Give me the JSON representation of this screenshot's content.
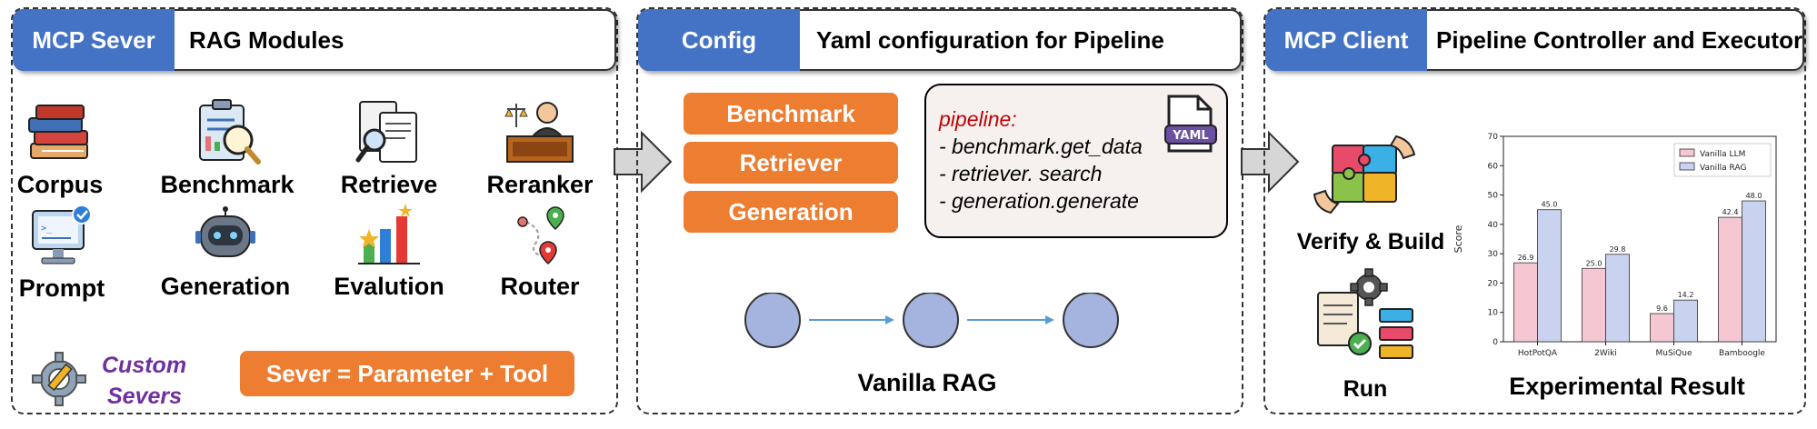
{
  "left_panel": {
    "tag": "MCP Sever",
    "title": "RAG Modules",
    "modules": [
      {
        "label": "Corpus",
        "icon": "books-icon"
      },
      {
        "label": "Benchmark",
        "icon": "clipboard-magnifier-icon"
      },
      {
        "label": "Retrieve",
        "icon": "document-search-icon"
      },
      {
        "label": "Reranker",
        "icon": "judge-icon"
      },
      {
        "label": "Prompt",
        "icon": "monitor-check-icon"
      },
      {
        "label": "Generation",
        "icon": "robot-icon"
      },
      {
        "label": "Evalution",
        "icon": "bar-chart-icon"
      },
      {
        "label": "Router",
        "icon": "route-pins-icon"
      }
    ],
    "custom_line1": "Custom",
    "custom_line2": "Severs",
    "formula": "Sever = Parameter + Tool"
  },
  "middle_panel": {
    "tag": "Config",
    "title": "Yaml configuration for Pipeline",
    "buttons": [
      "Benchmark",
      "Retriever",
      "Generation"
    ],
    "yaml": {
      "key": "pipeline:",
      "lines": [
        "- benchmark.get_data",
        "- retriever. search",
        "- generation.generate"
      ],
      "badge": "YAML"
    },
    "pipeline_label": "Vanilla RAG"
  },
  "right_panel": {
    "tag": "MCP Client",
    "title": "Pipeline Controller and Executor",
    "verify_label": "Verify & Build",
    "run_label": "Run",
    "chart_caption": "Experimental Result"
  },
  "colors": {
    "tag_blue": "#4472c4",
    "orange": "#ed7d31",
    "node_fill": "#a4b4de",
    "llm_bar": "#f4c7d3",
    "rag_bar": "#c9d3ef",
    "custom_purple": "#7030a0",
    "yaml_red": "#c00000"
  },
  "chart_data": {
    "type": "bar",
    "categories": [
      "HotPotQA",
      "2Wiki",
      "MuSiQue",
      "Bamboogle"
    ],
    "series": [
      {
        "name": "Vanilla LLM",
        "values": [
          26.9,
          25.0,
          9.6,
          42.4
        ]
      },
      {
        "name": "Vanilla RAG",
        "values": [
          45.0,
          29.8,
          14.2,
          48.0
        ]
      }
    ],
    "ylabel": "Score",
    "ylim": [
      0,
      70
    ],
    "yticks": [
      0,
      10,
      20,
      30,
      40,
      50,
      60,
      70
    ],
    "legend": "top-right",
    "grid": false
  }
}
